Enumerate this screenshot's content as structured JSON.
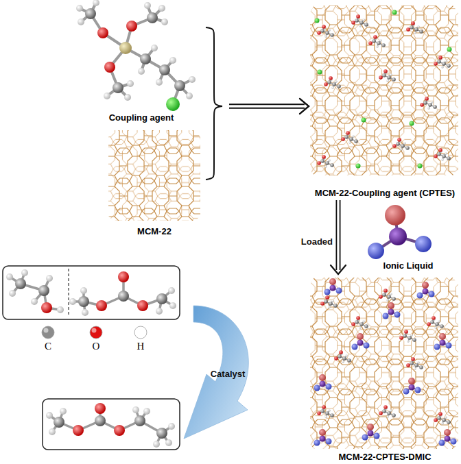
{
  "diagram": {
    "nodes": [
      {
        "text": [
          "Coupling agent"
        ]
      },
      {
        "text": [
          "MCM-22"
        ]
      },
      {
        "text": [
          "MCM-22-Coupling agent (CPTES)"
        ]
      },
      {
        "text": [
          "Ionic Liquid"
        ]
      },
      {
        "text": [
          "MCM-22-CPTES-DMIC"
        ]
      }
    ],
    "edges": [
      {
        "from": 0,
        "to": 2,
        "arrow": "to"
      },
      {
        "from": 1,
        "to": 2,
        "arrow": "to"
      },
      {
        "from": 2,
        "to": 4,
        "label": "Loaded",
        "arrow": "to"
      }
    ],
    "labels": [
      "Catalyst"
    ],
    "legend": [
      {
        "text": "C",
        "color": "#8c8c8c"
      },
      {
        "text": "O",
        "color": "#e01010"
      },
      {
        "text": "H",
        "color": "#ffffff"
      }
    ]
  }
}
